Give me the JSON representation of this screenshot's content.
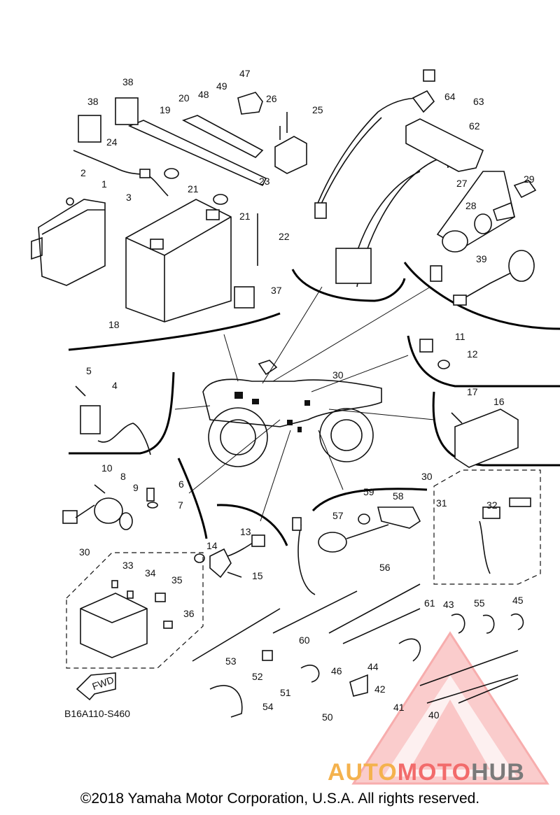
{
  "diagram": {
    "code": "B16A110-S460",
    "fwd_label": "FWD",
    "part_numbers": [
      "1",
      "2",
      "3",
      "4",
      "5",
      "6",
      "7",
      "8",
      "9",
      "10",
      "11",
      "12",
      "13",
      "14",
      "15",
      "16",
      "17",
      "18",
      "19",
      "20",
      "21",
      "21",
      "22",
      "23",
      "24",
      "25",
      "26",
      "27",
      "28",
      "29",
      "30",
      "30",
      "30",
      "31",
      "32",
      "33",
      "34",
      "35",
      "36",
      "37",
      "38",
      "38",
      "39",
      "40",
      "41",
      "42",
      "43",
      "44",
      "45",
      "46",
      "47",
      "48",
      "49",
      "50",
      "51",
      "52",
      "53",
      "54",
      "55",
      "56",
      "57",
      "58",
      "59",
      "60",
      "61",
      "62",
      "63",
      "64"
    ]
  },
  "watermark": {
    "brand_part1": "AUTO",
    "brand_part2": "MOTO",
    "brand_part3": "HUB",
    "colors": {
      "auto": "#f4b24d",
      "moto": "#f26b6b",
      "hub": "#7a7a7a",
      "triangle": "#f26b6b"
    }
  },
  "footer": {
    "copyright": "©2018 Yamaha Motor Corporation, U.S.A. All rights reserved."
  }
}
